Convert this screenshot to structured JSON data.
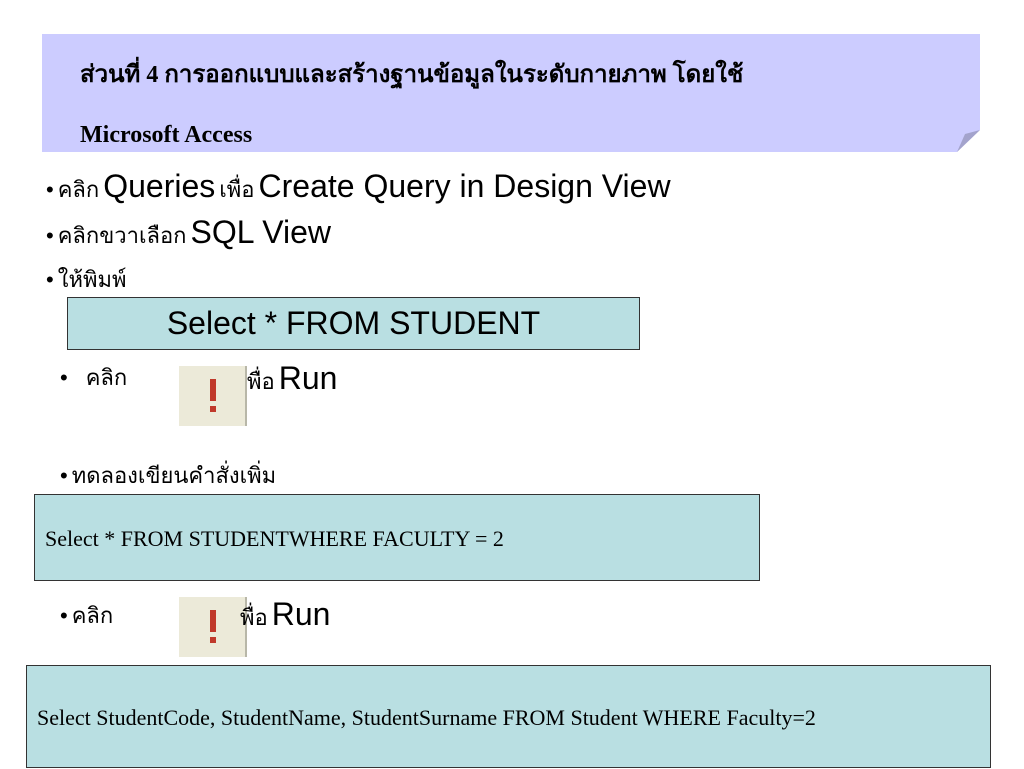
{
  "header": {
    "title_line1": "ส่วนที่ 4 การออกแบบและสร้างฐานข้อมูลในระดับกายภาพ โดยใช้",
    "title_line2": "Microsoft Access"
  },
  "bullets": {
    "b1_click": "คลิก",
    "b1_queries": "Queries",
    "b1_for": "เพื่อ",
    "b1_create": "Create Query  in Design View",
    "b2_rightclick": "คลิกขวาเลือก",
    "b2_sqlview": "SQL View",
    "b3_type": "ให้พิมพ์",
    "b4_click": "คลิก",
    "b4_for": "พื่อ",
    "b4_run": "Run",
    "b5_try": "ทดลองเขียนคำสั่งเพิ่ม",
    "b6_click": "คลิก",
    "b6_for": "พื่อ",
    "b6_run": "Run"
  },
  "code": {
    "query1": "Select  *  FROM STUDENT",
    "query2": "Select  *  FROM STUDENTWHERE  FACULTY = 2",
    "query3": "Select StudentCode, StudentName, StudentSurname FROM Student WHERE Faculty=2"
  },
  "icons": {
    "run_icon": "exclamation-icon",
    "run_color": "#c0392b"
  }
}
